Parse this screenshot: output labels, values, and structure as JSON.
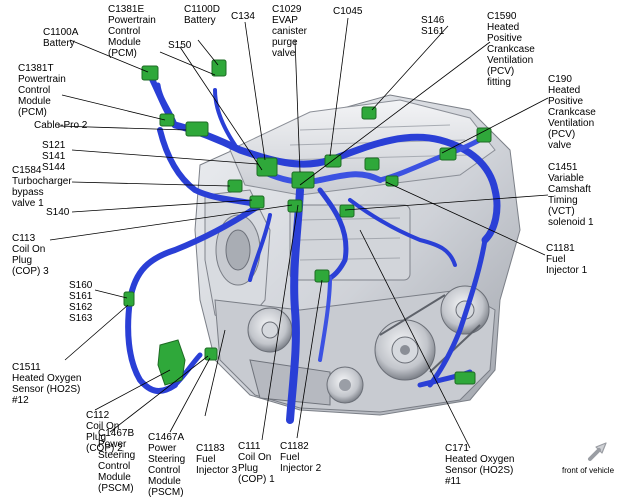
{
  "labels": {
    "c1381e": "C1381E\nPowertrain\nControl\nModule\n(PCM)",
    "c1100d": "C1100D\nBattery",
    "c134": "C134",
    "c1029": "C1029\nEVAP\ncanister\npurge\nvalve",
    "c1045": "C1045",
    "s146": "S146\nS161",
    "c1590": "C1590\nHeated\nPositive\nCrankcase\nVentilation\n(PCV)\nfitting",
    "c1100a": "C1100A\nBattery",
    "s150": "S150",
    "c1381t": "C1381T\nPowertrain\nControl\nModule\n(PCM)",
    "c190": "C190\nHeated\nPositive\nCrankcase\nVentilation\n(PCV)\nvalve",
    "cablepro2": "Cable-Pro 2",
    "s121": "S121\nS141\nS144",
    "c1584": "C1584\nTurbocharger\nbypass\nvalve 1",
    "c1451": "C1451\nVariable\nCamshaft\nTiming\n(VCT)\nsolenoid 1",
    "s140": "S140",
    "c113": "C113\nCoil On\nPlug\n(COP) 3",
    "c1181": "C1181\nFuel\nInjector 1",
    "s160": "S160\nS161\nS162\nS163",
    "c1511": "C1511\nHeated Oxygen\nSensor (HO2S)\n#12",
    "c112": "C112\nCoil On\nPlug\n(COP) 2",
    "c1467b": "C1467B\nPower\nSteering\nControl\nModule\n(PSCM)",
    "c1467a": "C1467A\nPower\nSteering\nControl\nModule\n(PSCM)",
    "c1183": "C1183\nFuel\nInjector 3",
    "c111": "C111\nCoil On\nPlug\n(COP) 1",
    "c1182": "C1182\nFuel\nInjector 2",
    "c171": "C171\nHeated Oxygen\nSensor (HO2S)\n#11"
  },
  "front_of_vehicle": "front of vehicle",
  "colors": {
    "harness": "#2a3fd6",
    "harness_light": "#6a7ff0",
    "connector": "#2fa83a",
    "connector_dark": "#1e6b24",
    "engine_light": "#e4e6ea",
    "engine_mid": "#c4c7cd",
    "engine_dark": "#8d9199",
    "leader": "#000000"
  }
}
